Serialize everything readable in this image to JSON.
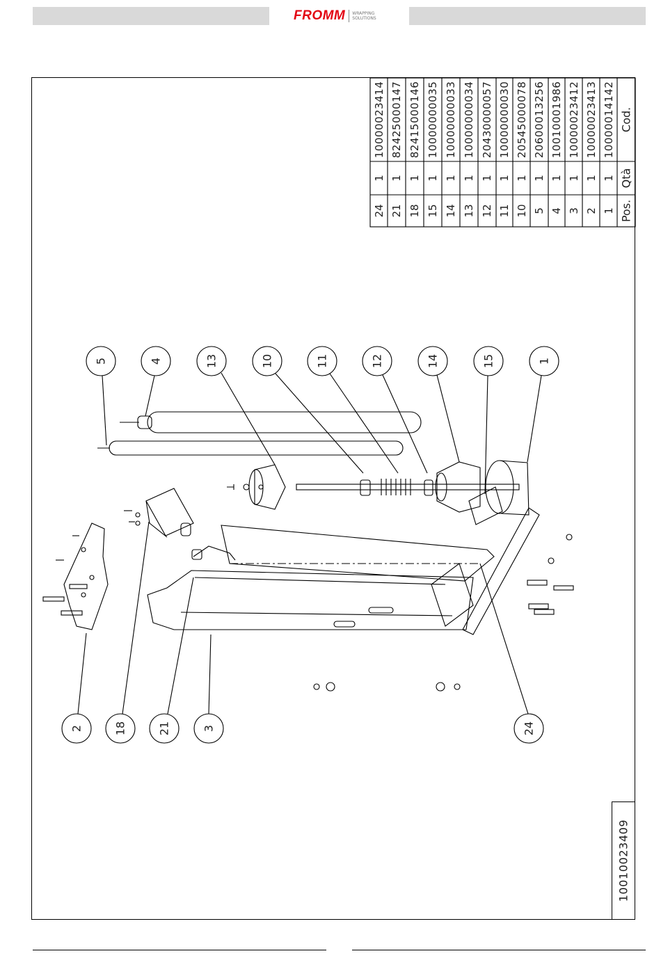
{
  "header": {
    "brand": "FROMM",
    "tagline_line1": "WRAPPING",
    "tagline_line2": "SOLUTIONS"
  },
  "drawing_code": "10010023409",
  "parts_table": {
    "headers": {
      "pos": "Pos.",
      "qty": "Qtà",
      "cod": "Cod."
    },
    "rows": [
      {
        "pos": "24",
        "qty": "1",
        "cod": "10000023414"
      },
      {
        "pos": "21",
        "qty": "1",
        "cod": "82425000147"
      },
      {
        "pos": "18",
        "qty": "1",
        "cod": "82415000146"
      },
      {
        "pos": "15",
        "qty": "1",
        "cod": "10000000035"
      },
      {
        "pos": "14",
        "qty": "1",
        "cod": "10000000033"
      },
      {
        "pos": "13",
        "qty": "1",
        "cod": "10000000034"
      },
      {
        "pos": "12",
        "qty": "1",
        "cod": "20430000057"
      },
      {
        "pos": "11",
        "qty": "1",
        "cod": "10000000030"
      },
      {
        "pos": "10",
        "qty": "1",
        "cod": "20545000078"
      },
      {
        "pos": "5",
        "qty": "1",
        "cod": "20600013256"
      },
      {
        "pos": "4",
        "qty": "1",
        "cod": "10010001986"
      },
      {
        "pos": "3",
        "qty": "1",
        "cod": "10000023412"
      },
      {
        "pos": "2",
        "qty": "1",
        "cod": "10000023413"
      },
      {
        "pos": "1",
        "qty": "1",
        "cod": "10000014142"
      }
    ]
  },
  "balloons_top": [
    "5",
    "4",
    "13",
    "10",
    "11",
    "12",
    "14",
    "15",
    "1"
  ],
  "balloons_bottom": [
    "2",
    "18",
    "21",
    "3",
    "24"
  ]
}
